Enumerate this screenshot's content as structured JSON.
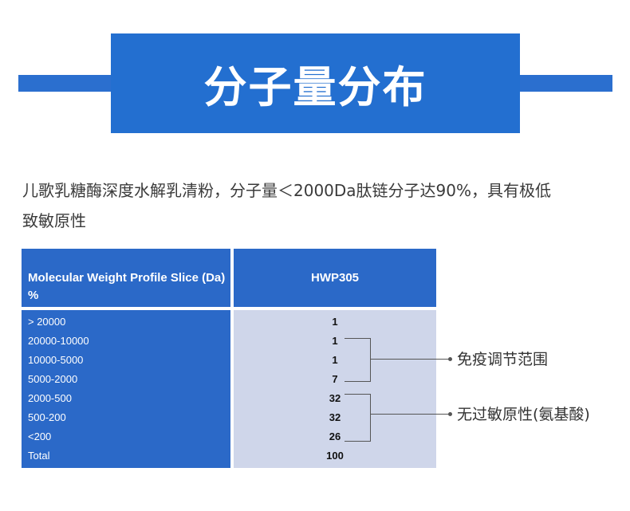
{
  "header": {
    "title": "分子量分布"
  },
  "description": {
    "line1": "儿歌乳糖酶深度水解乳清粉，分子量＜2000Da肽链分子达90%，具有极低",
    "line2": "致敏原性"
  },
  "table": {
    "header_left": "Molecular Weight Profile Slice (Da) %",
    "header_right": "HWP305",
    "rows": [
      {
        "range": "> 20000",
        "value": "1"
      },
      {
        "range": "20000-10000",
        "value": "1"
      },
      {
        "range": "10000-5000",
        "value": "1"
      },
      {
        "range": "5000-2000",
        "value": "7"
      },
      {
        "range": "2000-500",
        "value": "32"
      },
      {
        "range": "500-200",
        "value": "32"
      },
      {
        "range": "<200",
        "value": "26"
      },
      {
        "range": "Total",
        "value": "100"
      }
    ]
  },
  "annotations": {
    "group1": "免疫调节范围",
    "group2": "无过敏原性(氨基酸)"
  },
  "colors": {
    "accent": "#236fd0",
    "table_blue": "#2b69c8",
    "table_cell": "#cfd6ea"
  }
}
